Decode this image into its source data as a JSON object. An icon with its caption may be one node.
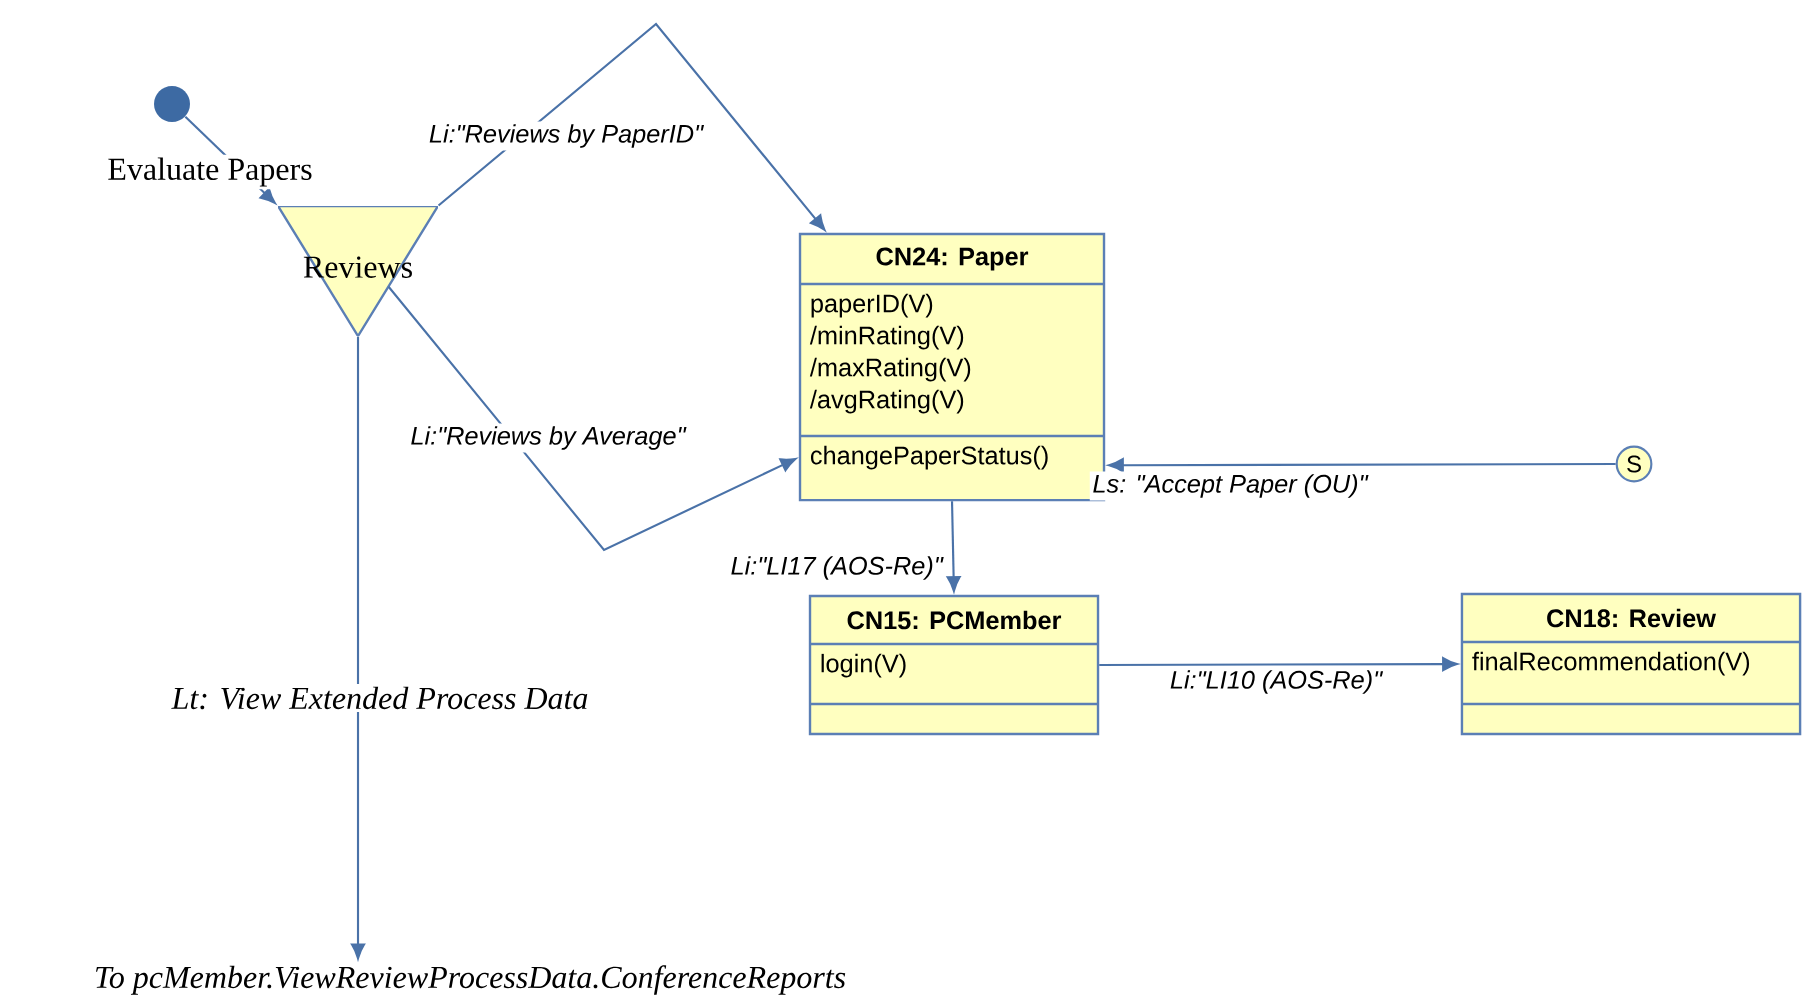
{
  "diagram": {
    "nodes": [
      {
        "text": [],
        "shape": "circle"
      },
      {
        "text": [
          "Reviews"
        ]
      },
      {
        "text": [
          "CN24: Paper",
          "paperID(V) /minRating(V) /maxRating(V) /avgRating(V)",
          "changePaperStatus()"
        ]
      },
      {
        "text": [
          "CN15: PCMember",
          "login(V)"
        ]
      },
      {
        "text": [
          "CN18: Review",
          "finalRecommendation(V)"
        ]
      },
      {
        "text": [
          "S"
        ]
      },
      {
        "text": [
          "To pcMember.ViewReviewProcessData.ConferenceReports"
        ]
      }
    ],
    "edges": [
      {
        "from": 0,
        "to": 1,
        "arrow": "to",
        "label": "Evaluate Papers"
      },
      {
        "from": 1,
        "to": 2,
        "arrow": "to",
        "label": "Li:\"Reviews by PaperID\""
      },
      {
        "from": 1,
        "to": 2,
        "arrow": "to",
        "label": "Li:\"Reviews by Average\""
      },
      {
        "from": 5,
        "to": 2,
        "arrow": "to",
        "label": "Ls: \"Accept Paper (OU)\""
      },
      {
        "from": 2,
        "to": 3,
        "arrow": "to",
        "label": "Li:\"LI17 (AOS-Re)\""
      },
      {
        "from": 3,
        "to": 4,
        "arrow": "to",
        "label": "Li:\"LI10 (AOS-Re)\""
      },
      {
        "from": 1,
        "to": 6,
        "arrow": "to",
        "label": "Lt: View Extended Process Data"
      }
    ]
  }
}
